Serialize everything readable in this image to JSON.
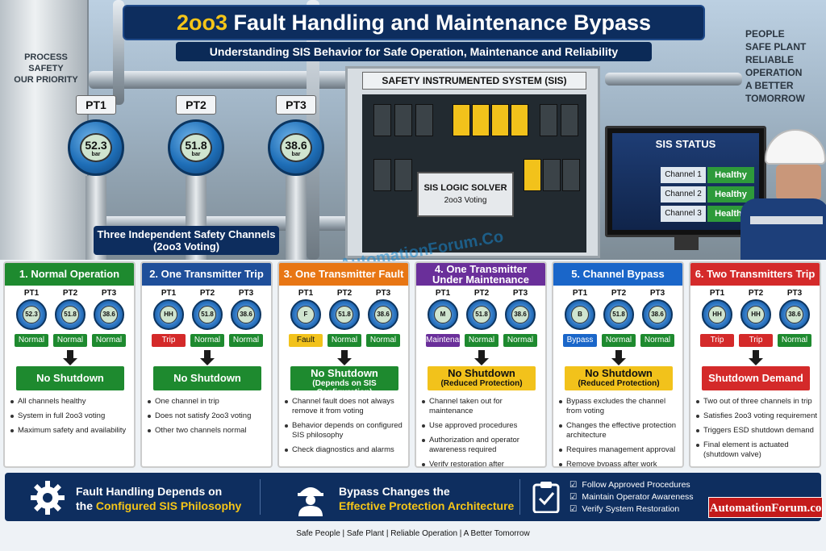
{
  "header": {
    "title_prefix": "2oo3",
    "title_rest": " Fault Handling and Maintenance Bypass",
    "subtitle": "Understanding SIS Behavior for Safe Operation, Maintenance and Reliability"
  },
  "tank_text": [
    "PROCESS",
    "SAFETY",
    "OUR PRIORITY"
  ],
  "right_text": [
    "PEOPLE",
    "SAFE PLANT",
    "RELIABLE OPERATION",
    "A BETTER TOMORROW"
  ],
  "transmitters": [
    {
      "tag": "PT1",
      "value": "52.3",
      "unit": "bar"
    },
    {
      "tag": "PT2",
      "value": "51.8",
      "unit": "bar"
    },
    {
      "tag": "PT3",
      "value": "38.6",
      "unit": "bar"
    }
  ],
  "three_channels_label": [
    "Three Independent Safety Channels",
    "(2oo3 Voting)"
  ],
  "cabinet": {
    "title": "SAFETY INSTRUMENTED SYSTEM (SIS)",
    "logic_title": "SIS LOGIC SOLVER",
    "logic_sub": "2oo3 Voting"
  },
  "monitor": {
    "title": "SIS STATUS",
    "channels": [
      {
        "name": "Channel 1",
        "status": "Healthy"
      },
      {
        "name": "Channel 2",
        "status": "Healthy"
      },
      {
        "name": "Channel 3",
        "status": "Healthy"
      }
    ]
  },
  "watermark": "AutomationForum.Co",
  "colors": {
    "green": "#1e8a2f",
    "blue": "#1f4f9a",
    "orange": "#e87614",
    "purple": "#6a2f9a",
    "bypass_blue": "#1a66c9",
    "red": "#d42a2a",
    "yellow": "#f2c21b",
    "navy": "#0e2e5f"
  },
  "panels": [
    {
      "header": "1. Normal Operation",
      "header_color": "#1e8a2f",
      "gauges": [
        {
          "label": "PT1",
          "display": "52.3",
          "badge": "Normal",
          "badge_color": "#1e8a2f"
        },
        {
          "label": "PT2",
          "display": "51.8",
          "badge": "Normal",
          "badge_color": "#1e8a2f"
        },
        {
          "label": "PT3",
          "display": "38.6",
          "badge": "Normal",
          "badge_color": "#1e8a2f"
        }
      ],
      "result": "No Shutdown",
      "result_sub": "",
      "result_color": "#1e8a2f",
      "result_text_color": "#ffffff",
      "bullets": [
        "All channels healthy",
        "System in full 2oo3 voting",
        "Maximum safety and availability"
      ]
    },
    {
      "header": "2. One Transmitter Trip",
      "header_color": "#1f4f9a",
      "gauges": [
        {
          "label": "PT1",
          "display": "HH",
          "badge": "Trip",
          "badge_color": "#d42a2a"
        },
        {
          "label": "PT2",
          "display": "51.8",
          "badge": "Normal",
          "badge_color": "#1e8a2f"
        },
        {
          "label": "PT3",
          "display": "38.6",
          "badge": "Normal",
          "badge_color": "#1e8a2f"
        }
      ],
      "result": "No Shutdown",
      "result_sub": "",
      "result_color": "#1e8a2f",
      "result_text_color": "#ffffff",
      "bullets": [
        "One channel in trip",
        "Does not satisfy 2oo3 voting",
        "Other two channels normal"
      ]
    },
    {
      "header": "3. One Transmitter Fault",
      "header_color": "#e87614",
      "gauges": [
        {
          "label": "PT1",
          "display": "F",
          "badge": "Fault",
          "badge_color": "#f2c21b"
        },
        {
          "label": "PT2",
          "display": "51.8",
          "badge": "Normal",
          "badge_color": "#1e8a2f"
        },
        {
          "label": "PT3",
          "display": "38.6",
          "badge": "Normal",
          "badge_color": "#1e8a2f"
        }
      ],
      "result": "No Shutdown",
      "result_sub": "(Depends on SIS Configuration)",
      "result_color": "#1e8a2f",
      "result_text_color": "#ffffff",
      "bullets": [
        "Channel fault does not always remove it from voting",
        "Behavior depends on configured SIS philosophy",
        "Check diagnostics and alarms"
      ]
    },
    {
      "header": "4. One Transmitter",
      "header_line2": "Under Maintenance",
      "header_color": "#6a2f9a",
      "gauges": [
        {
          "label": "PT1",
          "display": "M",
          "badge": "Maintenance",
          "badge_color": "#6a2f9a"
        },
        {
          "label": "PT2",
          "display": "51.8",
          "badge": "Normal",
          "badge_color": "#1e8a2f"
        },
        {
          "label": "PT3",
          "display": "38.6",
          "badge": "Normal",
          "badge_color": "#1e8a2f"
        }
      ],
      "result": "No Shutdown",
      "result_sub": "(Reduced Protection)",
      "result_color": "#f2c21b",
      "result_text_color": "#111111",
      "bullets": [
        "Channel taken out for maintenance",
        "Use approved procedures",
        "Authorization and operator awareness required",
        "Verify restoration after maintenance"
      ]
    },
    {
      "header": "5. Channel Bypass",
      "header_color": "#1a66c9",
      "gauges": [
        {
          "label": "PT1",
          "display": "B",
          "badge": "Bypass",
          "badge_color": "#1a66c9"
        },
        {
          "label": "PT2",
          "display": "51.8",
          "badge": "Normal",
          "badge_color": "#1e8a2f"
        },
        {
          "label": "PT3",
          "display": "38.6",
          "badge": "Normal",
          "badge_color": "#1e8a2f"
        }
      ],
      "result": "No Shutdown",
      "result_sub": "(Reduced Protection)",
      "result_color": "#f2c21b",
      "result_text_color": "#111111",
      "bullets": [
        "Bypass excludes the channel from voting",
        "Changes the effective protection architecture",
        "Requires management approval",
        "Remove bypass after work completion"
      ]
    },
    {
      "header": "6. Two Transmitters Trip",
      "header_color": "#d42a2a",
      "gauges": [
        {
          "label": "PT1",
          "display": "HH",
          "badge": "Trip",
          "badge_color": "#d42a2a"
        },
        {
          "label": "PT2",
          "display": "HH",
          "badge": "Trip",
          "badge_color": "#d42a2a"
        },
        {
          "label": "PT3",
          "display": "38.6",
          "badge": "Normal",
          "badge_color": "#1e8a2f"
        }
      ],
      "result": "Shutdown Demand",
      "result_sub": "",
      "result_color": "#d42a2a",
      "result_text_color": "#ffffff",
      "bullets": [
        "Two out of three channels in trip",
        "Satisfies 2oo3 voting requirement",
        "Triggers ESD shutdown demand",
        "Final element is actuated (shutdown valve)"
      ]
    }
  ],
  "footer": {
    "block1_line1": "Fault Handling Depends on",
    "block1_line2_pre": "the ",
    "block1_line2_acc": "Configured SIS Philosophy",
    "block2_line1": "Bypass Changes the",
    "block2_line2": "Effective Protection Architecture",
    "checks": [
      "Follow Approved Procedures",
      "Maintain Operator Awareness",
      "Verify System Restoration"
    ],
    "brand": "AutomationForum.co",
    "icons": [
      "gear-icon",
      "worker-icon",
      "clipboard-check-icon"
    ]
  },
  "bottom_tagline": "Safe People  |  Safe Plant  |  Reliable Operation  |  A Better Tomorrow"
}
